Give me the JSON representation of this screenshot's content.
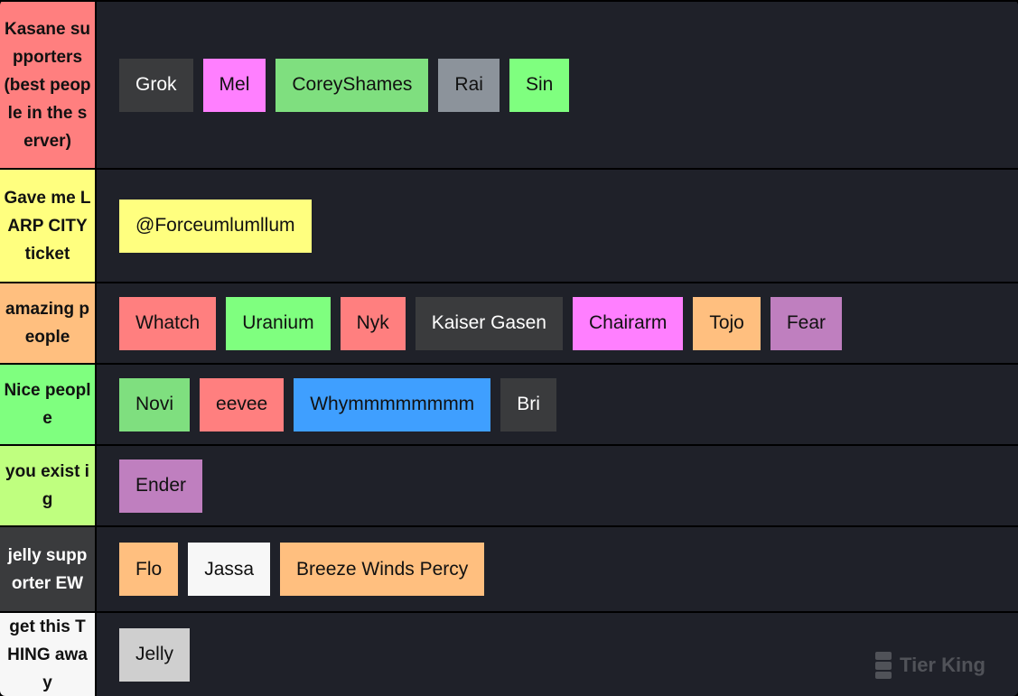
{
  "tiers": [
    {
      "label": "Kasane supporters (best people in the server)",
      "color": "#ff7f7f",
      "label_color": "#111111",
      "items": [
        {
          "name": "Grok",
          "color": "#3a3b3d",
          "text_color": "#ffffff"
        },
        {
          "name": "Mel",
          "color": "#ff7fff",
          "text_color": "#111111"
        },
        {
          "name": "CoreyShames",
          "color": "#7fdf7f",
          "text_color": "#111111"
        },
        {
          "name": "Rai",
          "color": "#8c939b",
          "text_color": "#111111"
        },
        {
          "name": "Sin",
          "color": "#7fff7f",
          "text_color": "#111111"
        }
      ]
    },
    {
      "label": "Gave me LARP CITY ticket",
      "color": "#ffff7f",
      "label_color": "#111111",
      "items": [
        {
          "name": "@Forceumlumllum",
          "color": "#ffff7f",
          "text_color": "#111111"
        }
      ]
    },
    {
      "label": "amazing people",
      "color": "#ffbf7f",
      "label_color": "#111111",
      "items": [
        {
          "name": "Whatch",
          "color": "#ff7f7f",
          "text_color": "#111111"
        },
        {
          "name": "Uranium",
          "color": "#7fff7f",
          "text_color": "#111111"
        },
        {
          "name": "Nyk",
          "color": "#ff7f7f",
          "text_color": "#111111"
        },
        {
          "name": "Kaiser Gasen",
          "color": "#3a3b3d",
          "text_color": "#ffffff"
        },
        {
          "name": "Chairarm",
          "color": "#ff7fff",
          "text_color": "#111111"
        },
        {
          "name": "Tojo",
          "color": "#ffbf7f",
          "text_color": "#111111"
        },
        {
          "name": "Fear",
          "color": "#bf7fbf",
          "text_color": "#111111"
        }
      ]
    },
    {
      "label": "Nice people",
      "color": "#7fff7f",
      "label_color": "#111111",
      "items": [
        {
          "name": "Novi",
          "color": "#7fdf7f",
          "text_color": "#111111"
        },
        {
          "name": "eevee",
          "color": "#ff7f7f",
          "text_color": "#111111"
        },
        {
          "name": "Whymmmmmmmm",
          "color": "#3f9fff",
          "text_color": "#111111"
        },
        {
          "name": "Bri",
          "color": "#3a3b3d",
          "text_color": "#ffffff"
        }
      ]
    },
    {
      "label": "you exist ig",
      "color": "#bfff7f",
      "label_color": "#111111",
      "items": [
        {
          "name": "Ender",
          "color": "#bf7fbf",
          "text_color": "#111111"
        }
      ]
    },
    {
      "label": "jelly supporter EW",
      "color": "#3a3b3d",
      "label_color": "#ffffff",
      "items": [
        {
          "name": "Flo",
          "color": "#ffbf7f",
          "text_color": "#111111"
        },
        {
          "name": "Jassa",
          "color": "#f7f7f7",
          "text_color": "#111111"
        },
        {
          "name": "Breeze Winds Percy",
          "color": "#ffbf7f",
          "text_color": "#111111"
        }
      ]
    },
    {
      "label": "get this THING away",
      "color": "#f7f7f7",
      "label_color": "#111111",
      "items": [
        {
          "name": "Jelly",
          "color": "#cfcfcf",
          "text_color": "#111111"
        }
      ]
    }
  ],
  "watermark": {
    "text": "Tier King",
    "icon": "tier-king-logo-icon"
  }
}
